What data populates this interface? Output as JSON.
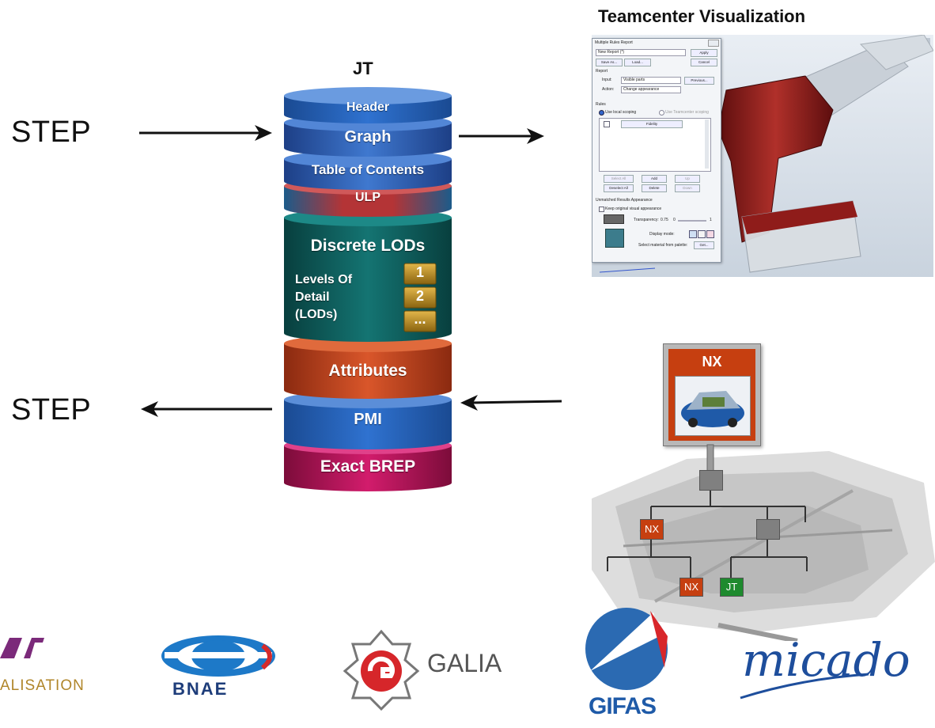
{
  "left": {
    "step_in_label": "STEP",
    "step_out_label": "STEP"
  },
  "jt_stack": {
    "title": "JT",
    "layers": {
      "header": "Header",
      "graph": "Graph",
      "toc": "Table of Contents",
      "ulp": "ULP",
      "discrete": "Discrete LODs",
      "lod_line1": "Levels Of",
      "lod_line2": "Detail",
      "lod_line3": "(LODs)",
      "lod_badge1": "1",
      "lod_badge2": "2",
      "lod_badge3": "...",
      "attributes": "Attributes",
      "pmi": "PMI",
      "brep": "Exact BREP"
    }
  },
  "teamcenter": {
    "title": "Teamcenter Visualization",
    "dialog": {
      "title": "Multiple Rules Report",
      "report_select": "New Report (*)",
      "apply": "Apply",
      "save_as": "Save As...",
      "load": "Load...",
      "cancel": "Cancel",
      "report_section": "Report",
      "input_label": "Input:",
      "input_value": "Visible parts",
      "previous": "Previous...",
      "action_label": "Action:",
      "action_value": "Change appearance",
      "rules_section": "Rules",
      "local_scoping": "Use local scoping",
      "tc_scoping": "Use Teamcenter scoping",
      "rule_fidelity": "Fidelity",
      "select_all": "Select All",
      "add": "Add",
      "up": "Up",
      "deselect_all": "Deselect All",
      "delete": "Delete",
      "down": "Down",
      "unmatched": "Unmatched Results Appearance",
      "keep_original": "Keep original visual appearance",
      "transparency_label": "Transparency:",
      "transparency_value": "0.75",
      "range_min": "0",
      "range_max": "1",
      "display_mode": "Display mode:",
      "select_material": "Select material from palette:",
      "get": "Get..."
    }
  },
  "nx_tree": {
    "sign": "NX",
    "node_nx_left": "NX",
    "leaf_nx": "NX",
    "leaf_jt": "JT"
  },
  "logos": {
    "partial_text": "ALISATION",
    "bnae": "BNAE",
    "galia": "GALIA",
    "gifas": "GIFAS",
    "micado": "micado"
  },
  "colors": {
    "header_blue": "#2f5fb0",
    "graph_blue": "#2a62b8",
    "ulp_red": "#c0392b",
    "discrete_teal": "#0e5a57",
    "attributes_orange": "#c2461e",
    "pmi_blue": "#3a6fc0",
    "brep_magenta": "#c0165e",
    "badge_gold": "#b88a1e",
    "nx_orange": "#c8400f",
    "jt_green": "#1e8a2e",
    "drill_red": "#8f1c1a"
  }
}
